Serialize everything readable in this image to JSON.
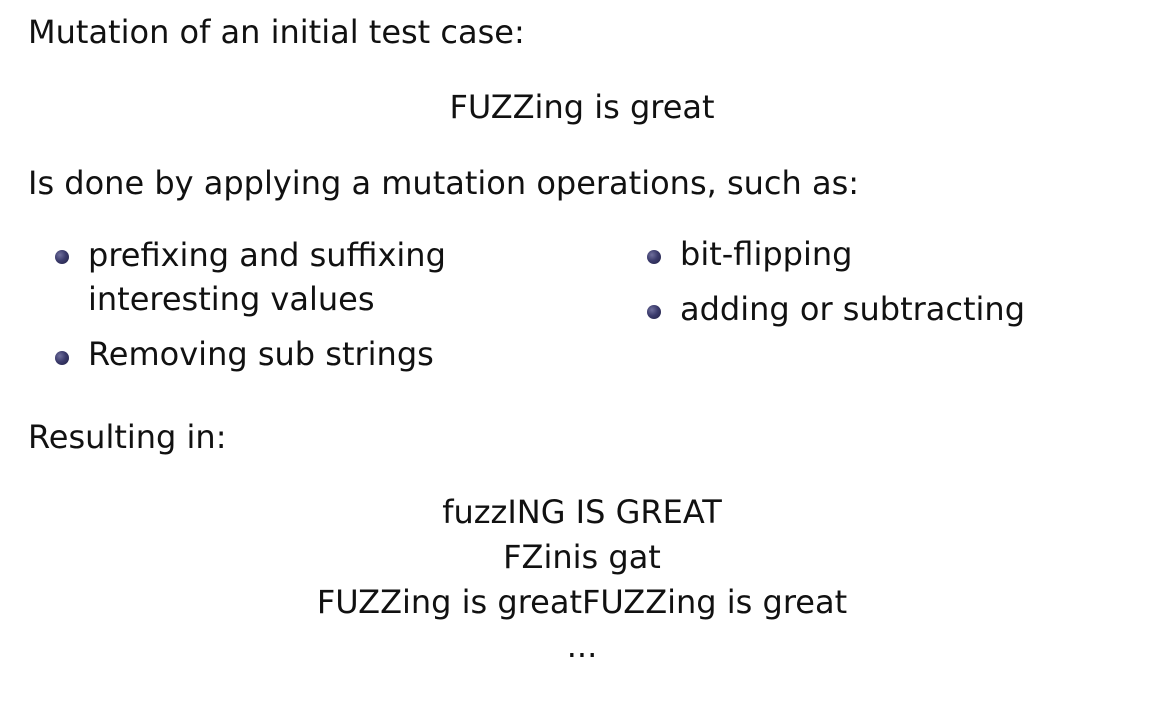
{
  "slide": {
    "intro": "Mutation of an initial test case:",
    "initial_case": "FUZZing is great",
    "operations_intro": "Is done by applying a mutation operations, such as:",
    "bullets_left": [
      {
        "line1": "prefixing and suffixing",
        "line2": "interesting values"
      },
      {
        "line1": "Removing sub strings"
      }
    ],
    "bullets_right": [
      {
        "line1": "bit-flipping"
      },
      {
        "line1": "adding or subtracting"
      }
    ],
    "result_intro": "Resulting in:",
    "results": [
      "fuzzING IS GREAT",
      "FZinis gat",
      "FUZZing is greatFUZZing is great",
      "..."
    ]
  }
}
